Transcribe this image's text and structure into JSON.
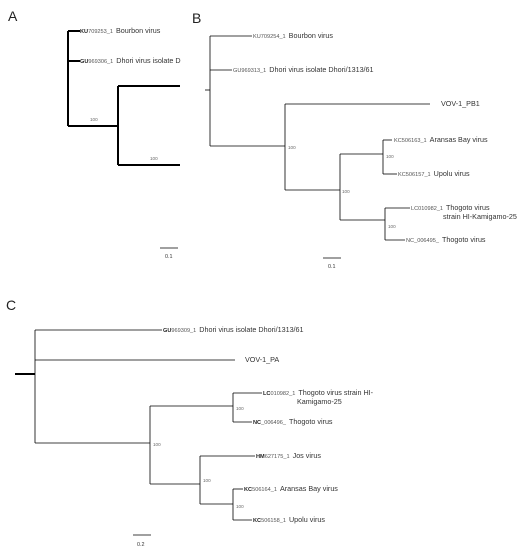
{
  "panels": {
    "A": {
      "letter": "A",
      "taxa": [
        {
          "acc": "KU",
          "acc_small": "709253_1",
          "name": "Bourbon virus"
        },
        {
          "acc": "GU",
          "acc_small": "969306_1",
          "name": "Dhori virus isolate D"
        }
      ],
      "bootstrap": [
        "100",
        "100"
      ],
      "scale": "0.1"
    },
    "B": {
      "letter": "B",
      "taxa": [
        {
          "acc": "KU",
          "acc_small": "709254_1",
          "name": "Bourbon virus"
        },
        {
          "acc": "GU",
          "acc_small": "969313_1",
          "name": "Dhori virus isolate Dhori/1313/61"
        },
        {
          "acc": "",
          "acc_small": "",
          "name": "VOV-1_PB1"
        },
        {
          "acc": "KC",
          "acc_small": "506163_1",
          "name": "Aransas Bay virus"
        },
        {
          "acc": "KC",
          "acc_small": "506157_1",
          "name": "Upolu virus"
        },
        {
          "acc": "LC",
          "acc_small": "010982_1",
          "name": "Thogoto  virus",
          "name2": "strain HI-Kamigamo-25"
        },
        {
          "acc": "NC",
          "acc_small": "_006495_",
          "name": "Thogoto virus"
        }
      ],
      "bootstrap": [
        "100",
        "100",
        "100",
        "100"
      ],
      "scale": "0.1"
    },
    "C": {
      "letter": "C",
      "taxa": [
        {
          "acc": "GU",
          "acc_small": "969309_1",
          "name": "Dhori virus isolate Dhori/1313/61"
        },
        {
          "acc": "",
          "acc_small": "",
          "name": "VOV-1_PA"
        },
        {
          "acc": "LC",
          "acc_small": "010982_1",
          "name": "Thogoto  virus strain HI-",
          "name2": "Kamigamo-25"
        },
        {
          "acc": "NC",
          "acc_small": "_006496_",
          "name": "Thogoto virus"
        },
        {
          "acc": "HM",
          "acc_small": "627175_1",
          "name": "Jos virus"
        },
        {
          "acc": "KC",
          "acc_small": "506164_1",
          "name": "Aransas Bay virus"
        },
        {
          "acc": "KC",
          "acc_small": "506158_1",
          "name": "Upolu virus"
        }
      ],
      "bootstrap": [
        "100",
        "100",
        "100",
        "100"
      ],
      "scale": "0.2"
    }
  }
}
